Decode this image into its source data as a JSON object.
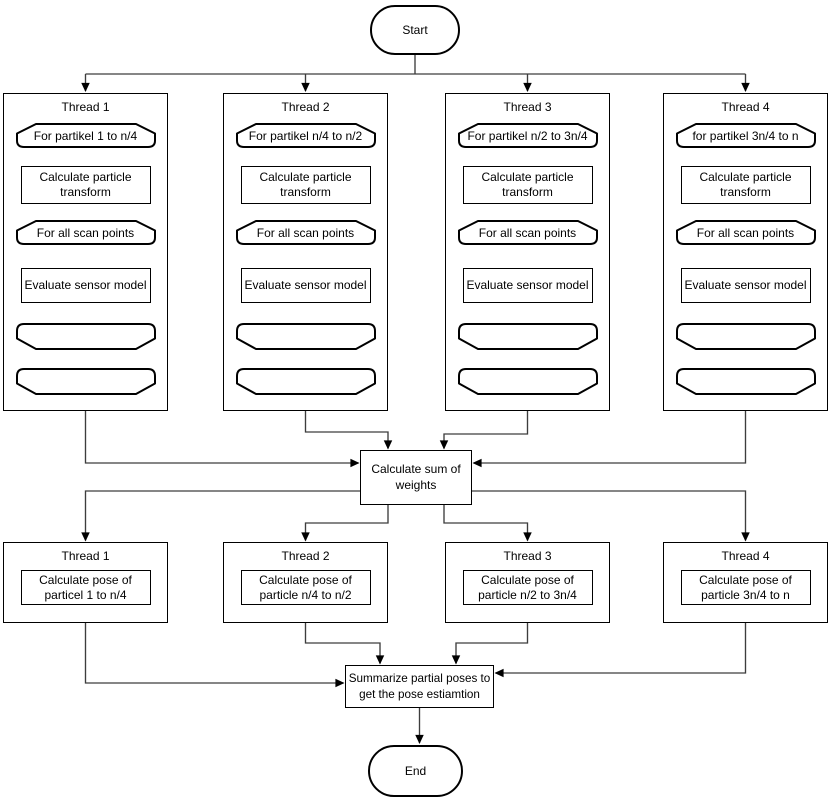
{
  "flowchart": {
    "start_label": "Start",
    "end_label": "End",
    "top_threads": [
      {
        "title": "Thread 1",
        "loop_particles": "For partikel 1 to n/4",
        "transform_step": "Calculate particle transform",
        "loop_scan": "For all scan points",
        "sensor_step": "Evaluate sensor model"
      },
      {
        "title": "Thread 2",
        "loop_particles": "For partikel n/4 to n/2",
        "transform_step": "Calculate particle transform",
        "loop_scan": "For all scan points",
        "sensor_step": "Evaluate sensor model"
      },
      {
        "title": "Thread 3",
        "loop_particles": "For partikel n/2 to 3n/4",
        "transform_step": "Calculate particle transform",
        "loop_scan": "For all scan points",
        "sensor_step": "Evaluate sensor model"
      },
      {
        "title": "Thread 4",
        "loop_particles": "for partikel 3n/4 to n",
        "transform_step": "Calculate particle transform",
        "loop_scan": "For all scan points",
        "sensor_step": "Evaluate sensor model"
      }
    ],
    "sum_step": "Calculate sum of weights",
    "bottom_threads": [
      {
        "title": "Thread 1",
        "pose_step": "Calculate pose of particel 1 to n/4"
      },
      {
        "title": "Thread 2",
        "pose_step": "Calculate pose of particle n/4 to n/2"
      },
      {
        "title": "Thread 3",
        "pose_step": "Calculate pose of particle n/2 to 3n/4"
      },
      {
        "title": "Thread 4",
        "pose_step": "Calculate pose of particle 3n/4 to n"
      }
    ],
    "summarize_step": "Summarize partial poses to get the pose estiamtion"
  },
  "colors": {
    "shape_stroke": "#000000",
    "edge": "#3d3d3d",
    "fill": "#ffffff",
    "background": "#ffffff"
  }
}
